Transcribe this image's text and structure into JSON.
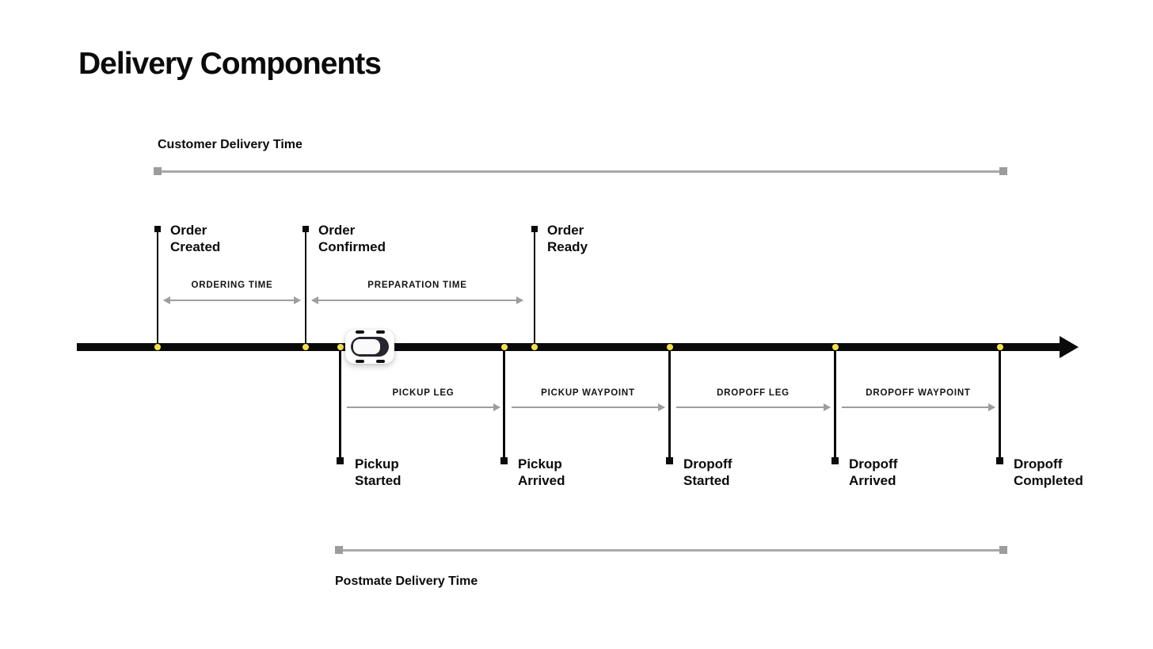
{
  "title": "Delivery Components",
  "colors": {
    "ink": "#0b0b0b",
    "timeline": "#0a0a0a",
    "dot_yellow": "#f2e14c",
    "gray_line": "#a9a9a9",
    "gray_square": "#9c9c9c",
    "arrow_gray": "#9e9e9e",
    "car_body": "#26262e"
  },
  "spans": {
    "customer": {
      "label": "Customer Delivery Time"
    },
    "postmate": {
      "label": "Postmate Delivery Time"
    }
  },
  "milestones_top": [
    {
      "label": "Order\nCreated"
    },
    {
      "label": "Order\nConfirmed"
    },
    {
      "label": "Order\nReady"
    }
  ],
  "milestones_bottom": [
    {
      "label": "Pickup\nStarted"
    },
    {
      "label": "Pickup\nArrived"
    },
    {
      "label": "Dropoff\nStarted"
    },
    {
      "label": "Dropoff\nArrived"
    },
    {
      "label": "Dropoff\nCompleted"
    }
  ],
  "intervals_top": [
    {
      "label": "ORDERING TIME"
    },
    {
      "label": "PREPARATION TIME"
    }
  ],
  "intervals_bottom": [
    {
      "label": "PICKUP LEG"
    },
    {
      "label": "PICKUP WAYPOINT"
    },
    {
      "label": "DROPOFF LEG"
    },
    {
      "label": "DROPOFF WAYPOINT"
    }
  ],
  "icons": {
    "car": "top-down-courier-car"
  }
}
